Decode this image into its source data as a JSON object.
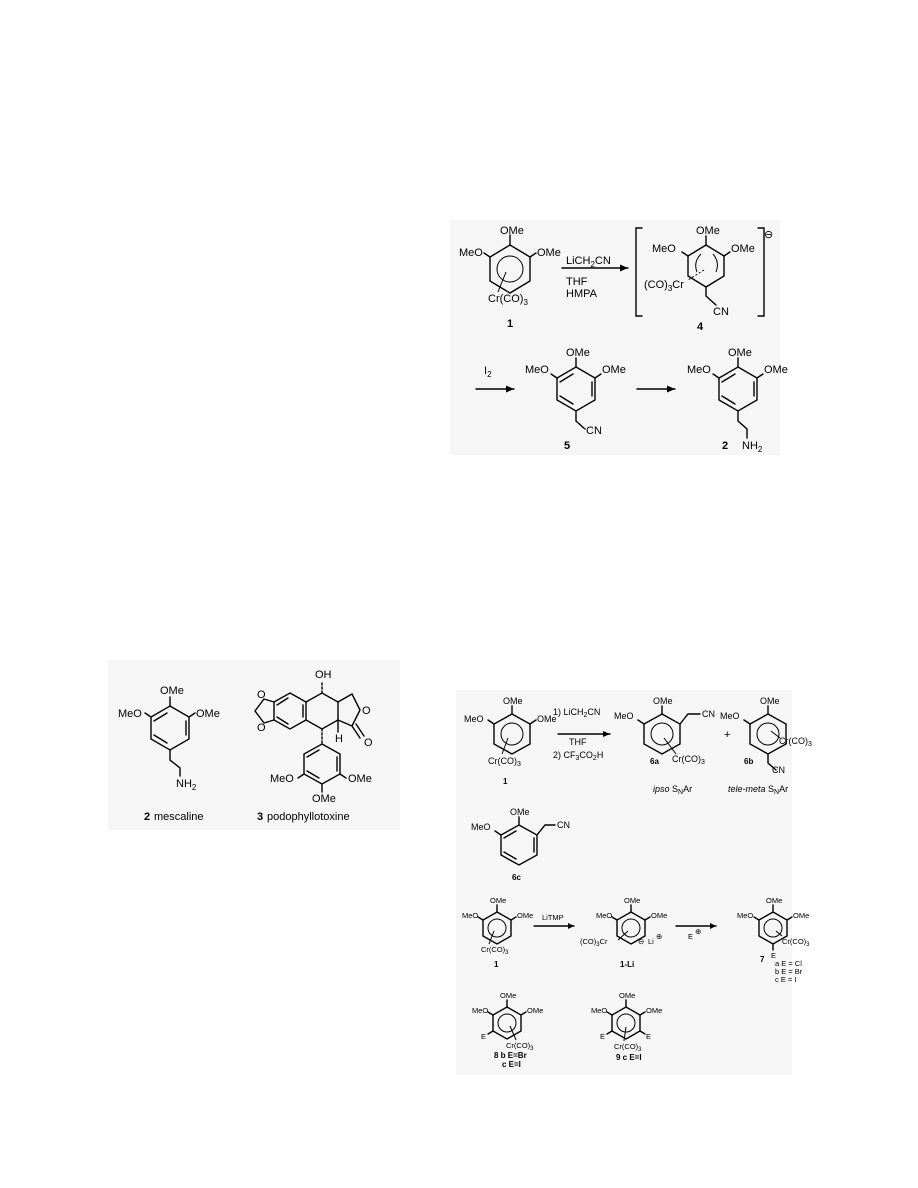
{
  "scheme_top": {
    "s1": {
      "top": "OMe",
      "left": "MeO",
      "right": "OMe",
      "metal": "Cr(CO)",
      "metal_sub": "3",
      "number": "1"
    },
    "reagents": {
      "r1a": "LiCH",
      "r1sub": "2",
      "r1b": "CN",
      "r2": "THF",
      "r3": "HMPA"
    },
    "s4": {
      "top": "OMe",
      "left": "MeO",
      "right": "OMe",
      "metal": "(CO)",
      "metal_sub": "3",
      "metal_tail": "Cr",
      "cn": "CN",
      "charge": "⊖",
      "number": "4"
    },
    "iodine": {
      "i": "I",
      "isub": "2"
    },
    "s5": {
      "top": "OMe",
      "left": "MeO",
      "right": "OMe",
      "cn": "CN",
      "number": "5"
    },
    "s2": {
      "top": "OMe",
      "left": "MeO",
      "right": "OMe",
      "nh": "NH",
      "nh_sub": "2",
      "number": "2"
    }
  },
  "natural_products": {
    "mescaline": {
      "top": "OMe",
      "left": "MeO",
      "right": "OMe",
      "nh": "NH",
      "nh_sub": "2",
      "number": "2",
      "name": "mescaline"
    },
    "podophyllotoxine": {
      "oh": "OH",
      "h": "H",
      "o1": "O",
      "o2": "O",
      "o3": "O",
      "o4": "O",
      "left": "MeO",
      "right": "OMe",
      "bottom": "OMe",
      "number": "3",
      "name": "podophyllotoxine"
    }
  },
  "scheme_snar": {
    "s1": {
      "top": "OMe",
      "left": "MeO",
      "right": "OMe",
      "metal": "Cr(CO)",
      "metal_sub": "3",
      "number": "1"
    },
    "reagents": {
      "r1a": "1) LiCH",
      "r1sub": "2",
      "r1b": "CN",
      "r2": "THF",
      "r3a": "2) CF",
      "r3sub": "3",
      "r3b": "CO",
      "r3sub2": "2",
      "r3c": "H"
    },
    "s6a": {
      "top": "OMe",
      "left": "MeO",
      "cn": "CN",
      "metal": "Cr(CO)",
      "metal_sub": "3",
      "number": "6a",
      "label_a": "ipso",
      "label_b": " S",
      "label_sub": "N",
      "label_c": "Ar"
    },
    "plus": "+",
    "s6b": {
      "top": "OMe",
      "left": "MeO",
      "metal": "Cr(CO)",
      "metal_sub": "3",
      "cn": "CN",
      "number": "6b",
      "label_a": "tele-meta",
      "label_b": " S",
      "label_sub": "N",
      "label_c": "Ar"
    },
    "s6c": {
      "top": "OMe",
      "left": "MeO",
      "cn": "CN",
      "number": "6c"
    }
  },
  "scheme_lithiation": {
    "s1": {
      "top": "OMe",
      "left": "MeO",
      "right": "OMe",
      "metal": "Cr(CO)",
      "metal_sub": "3",
      "number": "1"
    },
    "reagent": "LiTMP",
    "s1li": {
      "top": "OMe",
      "left": "MeO",
      "right": "OMe",
      "metal": "(CO)",
      "metal_sub": "3",
      "metal_tail": "Cr",
      "minus": "⊖",
      "li": "Li",
      "plus": "⊕",
      "number": "1-Li"
    },
    "electrophile": {
      "e": "E",
      "charge": "⊕"
    },
    "s7": {
      "top": "OMe",
      "left": "MeO",
      "right": "OMe",
      "metal": "Cr(CO)",
      "metal_sub": "3",
      "e": "E",
      "number": "7",
      "a": "a E = Cl",
      "b": "b E = Br",
      "c": "c E = I"
    },
    "s8": {
      "top": "OMe",
      "left": "MeO",
      "right": "OMe",
      "e": "E",
      "metal": "Cr(CO)",
      "metal_sub": "3",
      "line1": "8 b  E=Br",
      "line2": "c  E=I"
    },
    "s9": {
      "top": "OMe",
      "left": "MeO",
      "right": "OMe",
      "e1": "E",
      "e2": "E",
      "metal": "Cr(CO)",
      "metal_sub": "3",
      "line1": "9 c  E=I"
    }
  }
}
